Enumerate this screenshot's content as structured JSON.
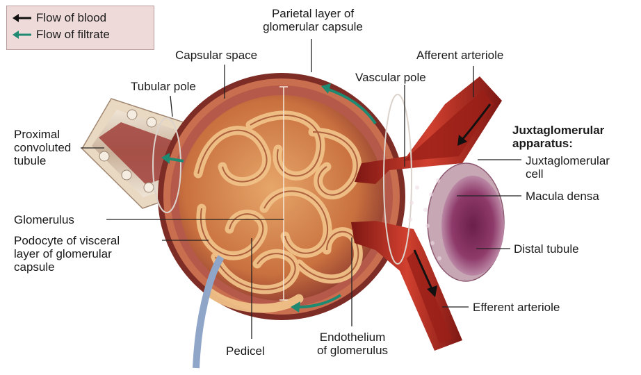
{
  "legend": {
    "blood": "Flow of blood",
    "filtrate": "Flow of filtrate",
    "blood_color": "#111111",
    "filtrate_color": "#1e8a72"
  },
  "labels": {
    "parietal_1": "Parietal layer of",
    "parietal_2": "glomerular capsule",
    "capsular_space": "Capsular space",
    "tubular_pole": "Tubular pole",
    "proximal_1": "Proximal",
    "proximal_2": "convoluted",
    "proximal_3": "tubule",
    "vascular_pole": "Vascular pole",
    "afferent": "Afferent arteriole",
    "jga_1": "Juxtaglomerular",
    "jga_2": "apparatus:",
    "jg_cell_1": "Juxtaglomerular",
    "jg_cell_2": "cell",
    "macula_densa": "Macula densa",
    "distal_tubule": "Distal tubule",
    "glomerulus": "Glomerulus",
    "podocyte_1": "Podocyte of visceral",
    "podocyte_2": "layer of glomerular",
    "podocyte_3": "capsule",
    "efferent": "Efferent arteriole",
    "pedicel": "Pedicel",
    "endothelium_1": "Endothelium",
    "endothelium_2": "of glomerulus"
  },
  "colors": {
    "capsule_wall": "#8e3a30",
    "capillary": "#d98a4a",
    "artery": "#b52a23",
    "tubule": "#c9b8a8",
    "distal_lumen": "#7a2a55"
  }
}
